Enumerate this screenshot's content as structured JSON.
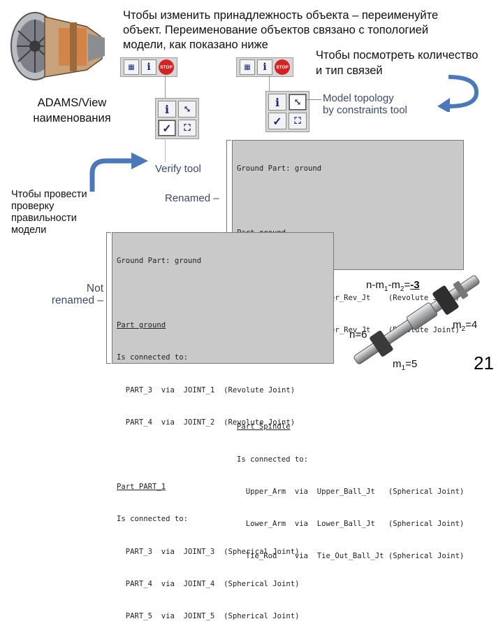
{
  "header": {
    "title_lines": [
      "Чтобы изменить принадлежность объекта – переименуйте",
      "объект. Переименование объектов связано с топологией",
      "модели, как показано ниже"
    ],
    "topology_note_lines": [
      "Чтобы посмотреть количество",
      "и тип связей"
    ]
  },
  "left_labels": {
    "adams_lines": [
      "ADAMS/View",
      "наименования"
    ],
    "check_lines": [
      "Чтобы провести",
      "проверку",
      "правильности",
      "модели"
    ]
  },
  "toolbar": {
    "info_label": "i",
    "stop_label": "STOP"
  },
  "palette": {
    "info_label": "i",
    "check_label": "✓"
  },
  "callouts": {
    "model_topology_lines": [
      "Model topology",
      "by constraints tool"
    ],
    "verify_tool": "Verify tool",
    "renamed": "Renamed –",
    "not_renamed_lines": [
      "Not",
      "renamed –"
    ]
  },
  "renamed_box": {
    "lines": [
      "Ground Part: ground",
      "",
      "Part ground",
      "Is connected to:",
      "  Upper_Arm  via  Upper_Rev_Jt    (Revolute Joint)",
      "  Lower_Arm  via  Lower_Rev_Jt    (Revolute Joint)",
      "",
      "",
      "Part Spindle",
      "Is connected to:",
      "  Upper_Arm  via  Upper_Ball_Jt   (Spherical Joint)",
      "  Lower_Arm  via  Lower_Ball_Jt   (Spherical Joint)",
      "  Tie_Rod    via  Tie_Out_Ball_Jt (Spherical Joint)"
    ]
  },
  "not_renamed_box": {
    "lines": [
      "Ground Part: ground",
      "",
      "Part ground",
      "Is connected to:",
      "  PART_3  via  JOINT_1  (Revolute Joint)",
      "  PART_4  via  JOINT_2  (Revolute Joint)",
      "",
      "Part PART_1",
      "Is connected to:",
      "  PART_3  via  JOINT_3  (Spherical Joint)",
      "  PART_4  via  JOINT_4  (Spherical Joint)",
      "  PART_5  via  JOINT_5  (Spherical Joint)"
    ]
  },
  "formulas": {
    "dof_prefix": "n-m",
    "dof_sub1": "1",
    "dof_mid": "-m",
    "dof_sub2": "2",
    "dof_eq": "=",
    "dof_result": "-3",
    "n_value": "n=6",
    "m2_base": "m",
    "m2_sub": "2",
    "m2_value": "=4",
    "m1_base": "m",
    "m1_sub": "1",
    "m1_value": "=5"
  },
  "page_number": "21",
  "colors": {
    "arrow_blue": "#4a78b8",
    "callout_text": "#3b4a6b",
    "code_bg": "#c9c9c9",
    "stop_red": "#d42323",
    "icon_blue": "#1a2a80"
  }
}
